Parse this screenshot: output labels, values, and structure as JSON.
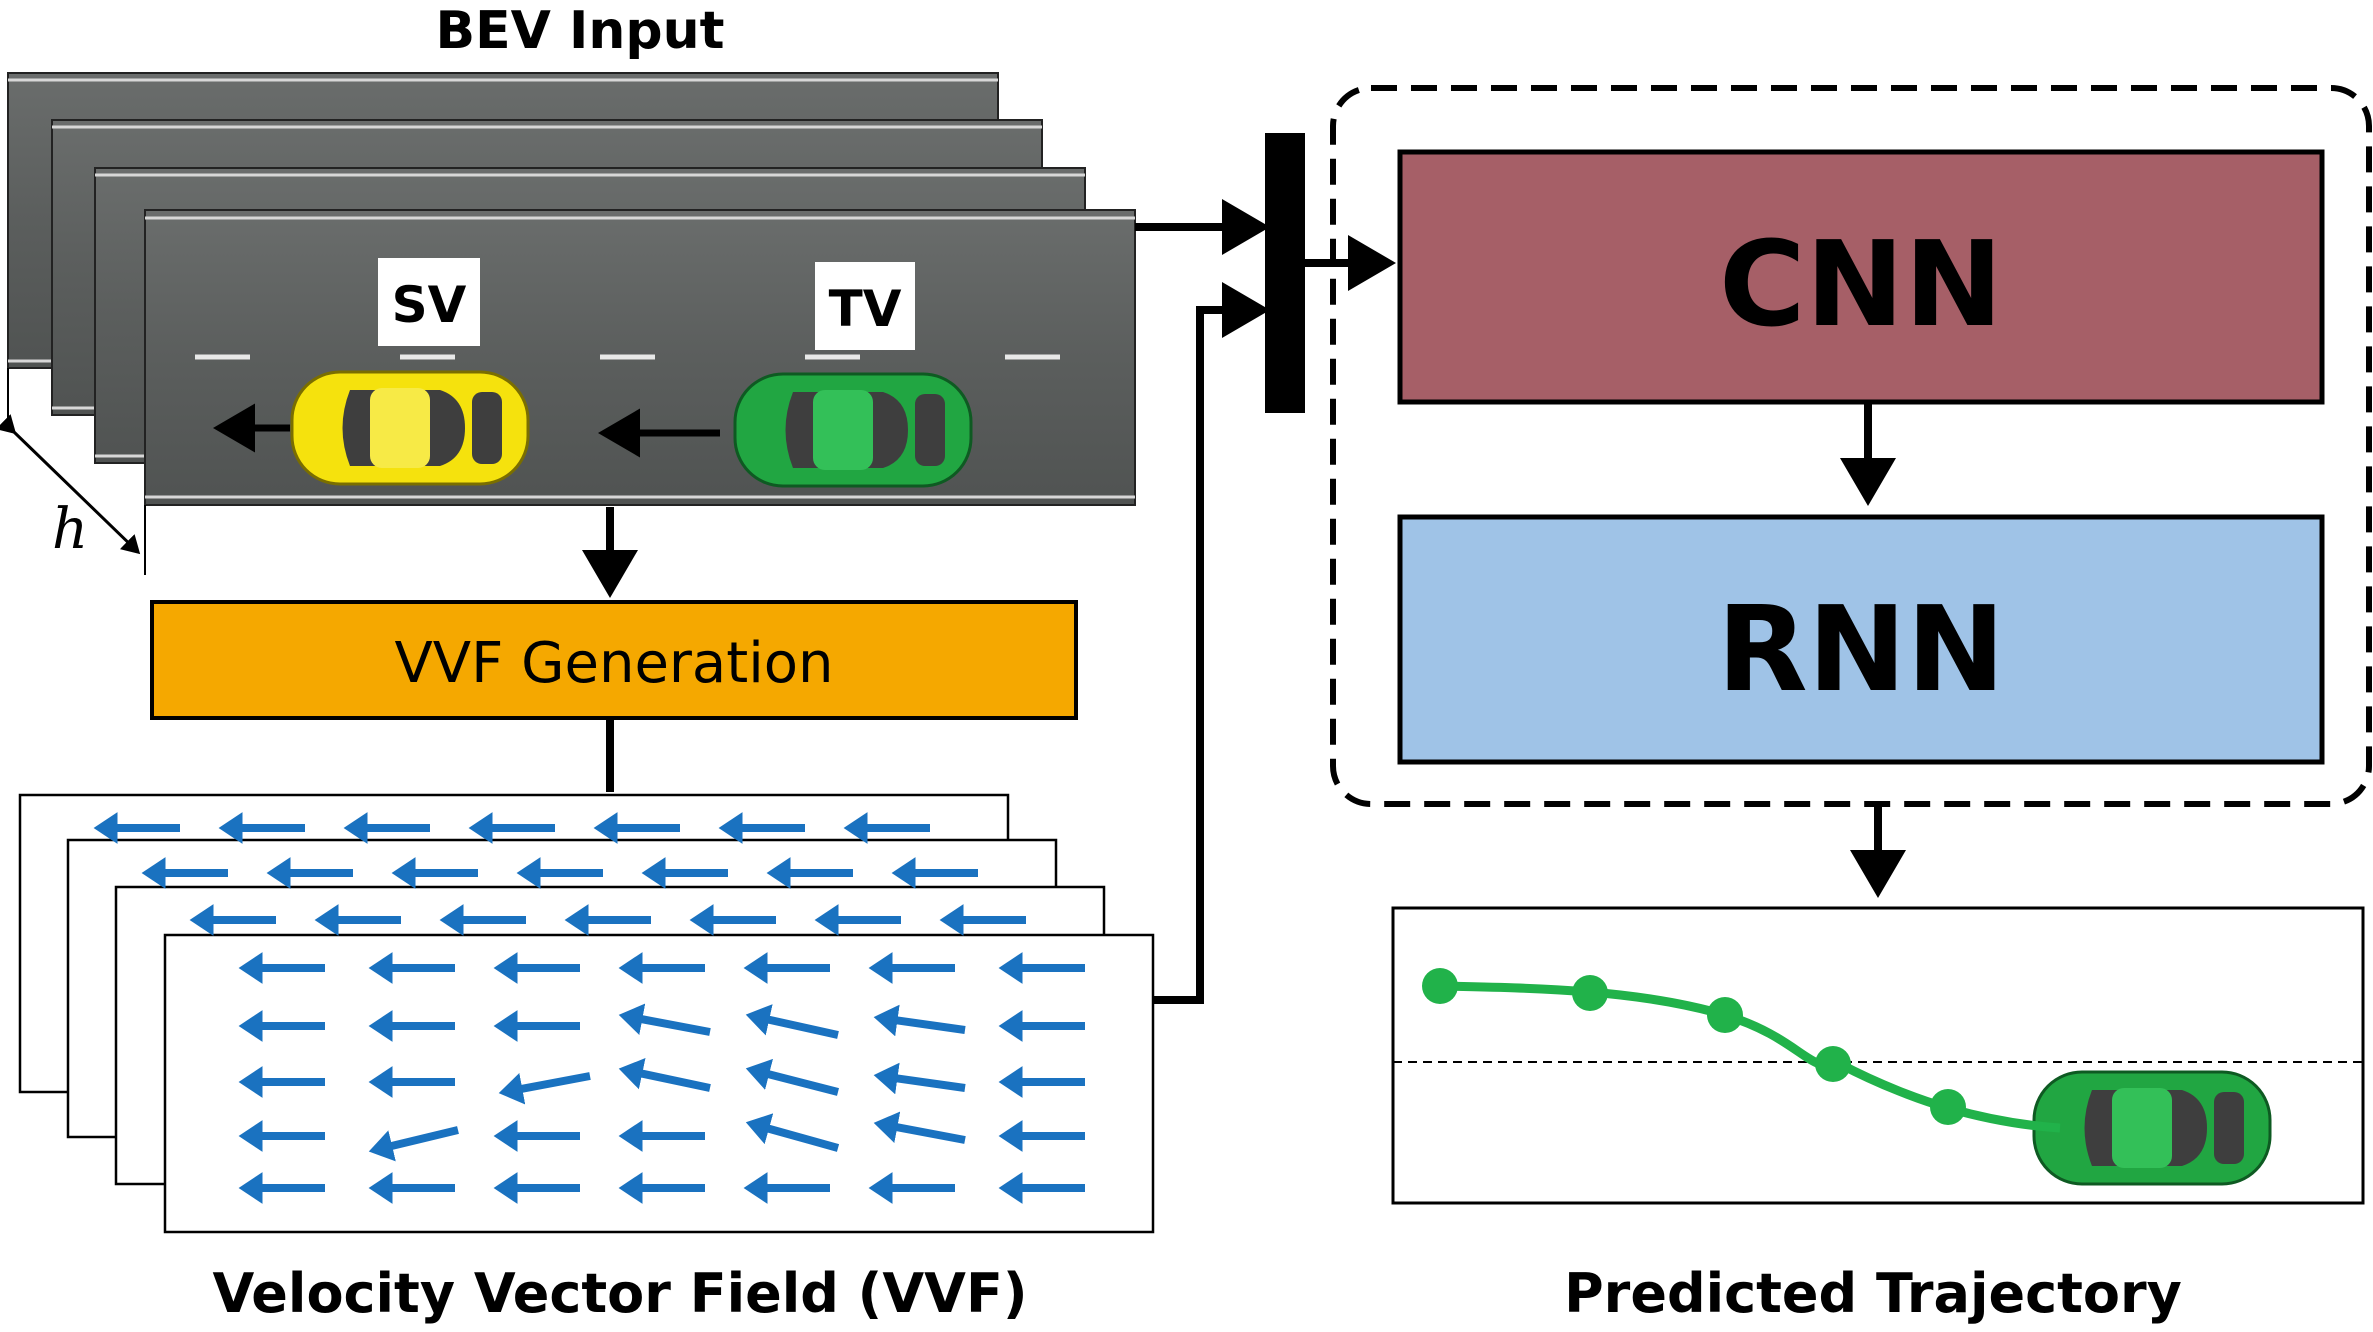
{
  "bev": {
    "title": "BEV Input",
    "sv_label": "SV",
    "tv_label": "TV",
    "h_label": "h",
    "road_color": "#5b5e5d",
    "sv_color": "#f5e20d",
    "tv_color": "#21a642"
  },
  "vvf": {
    "generation_label": "VVF Generation",
    "generation_color": "#f5a800",
    "caption": "Velocity Vector Field (VVF)",
    "arrow_color": "#1a72c0"
  },
  "network": {
    "cnn_label": "CNN",
    "cnn_color": "#a65f67",
    "rnn_label": "RNN",
    "rnn_color": "#9fc3e7"
  },
  "trajectory": {
    "caption": "Predicted Trajectory",
    "line_color": "#21b24a"
  }
}
